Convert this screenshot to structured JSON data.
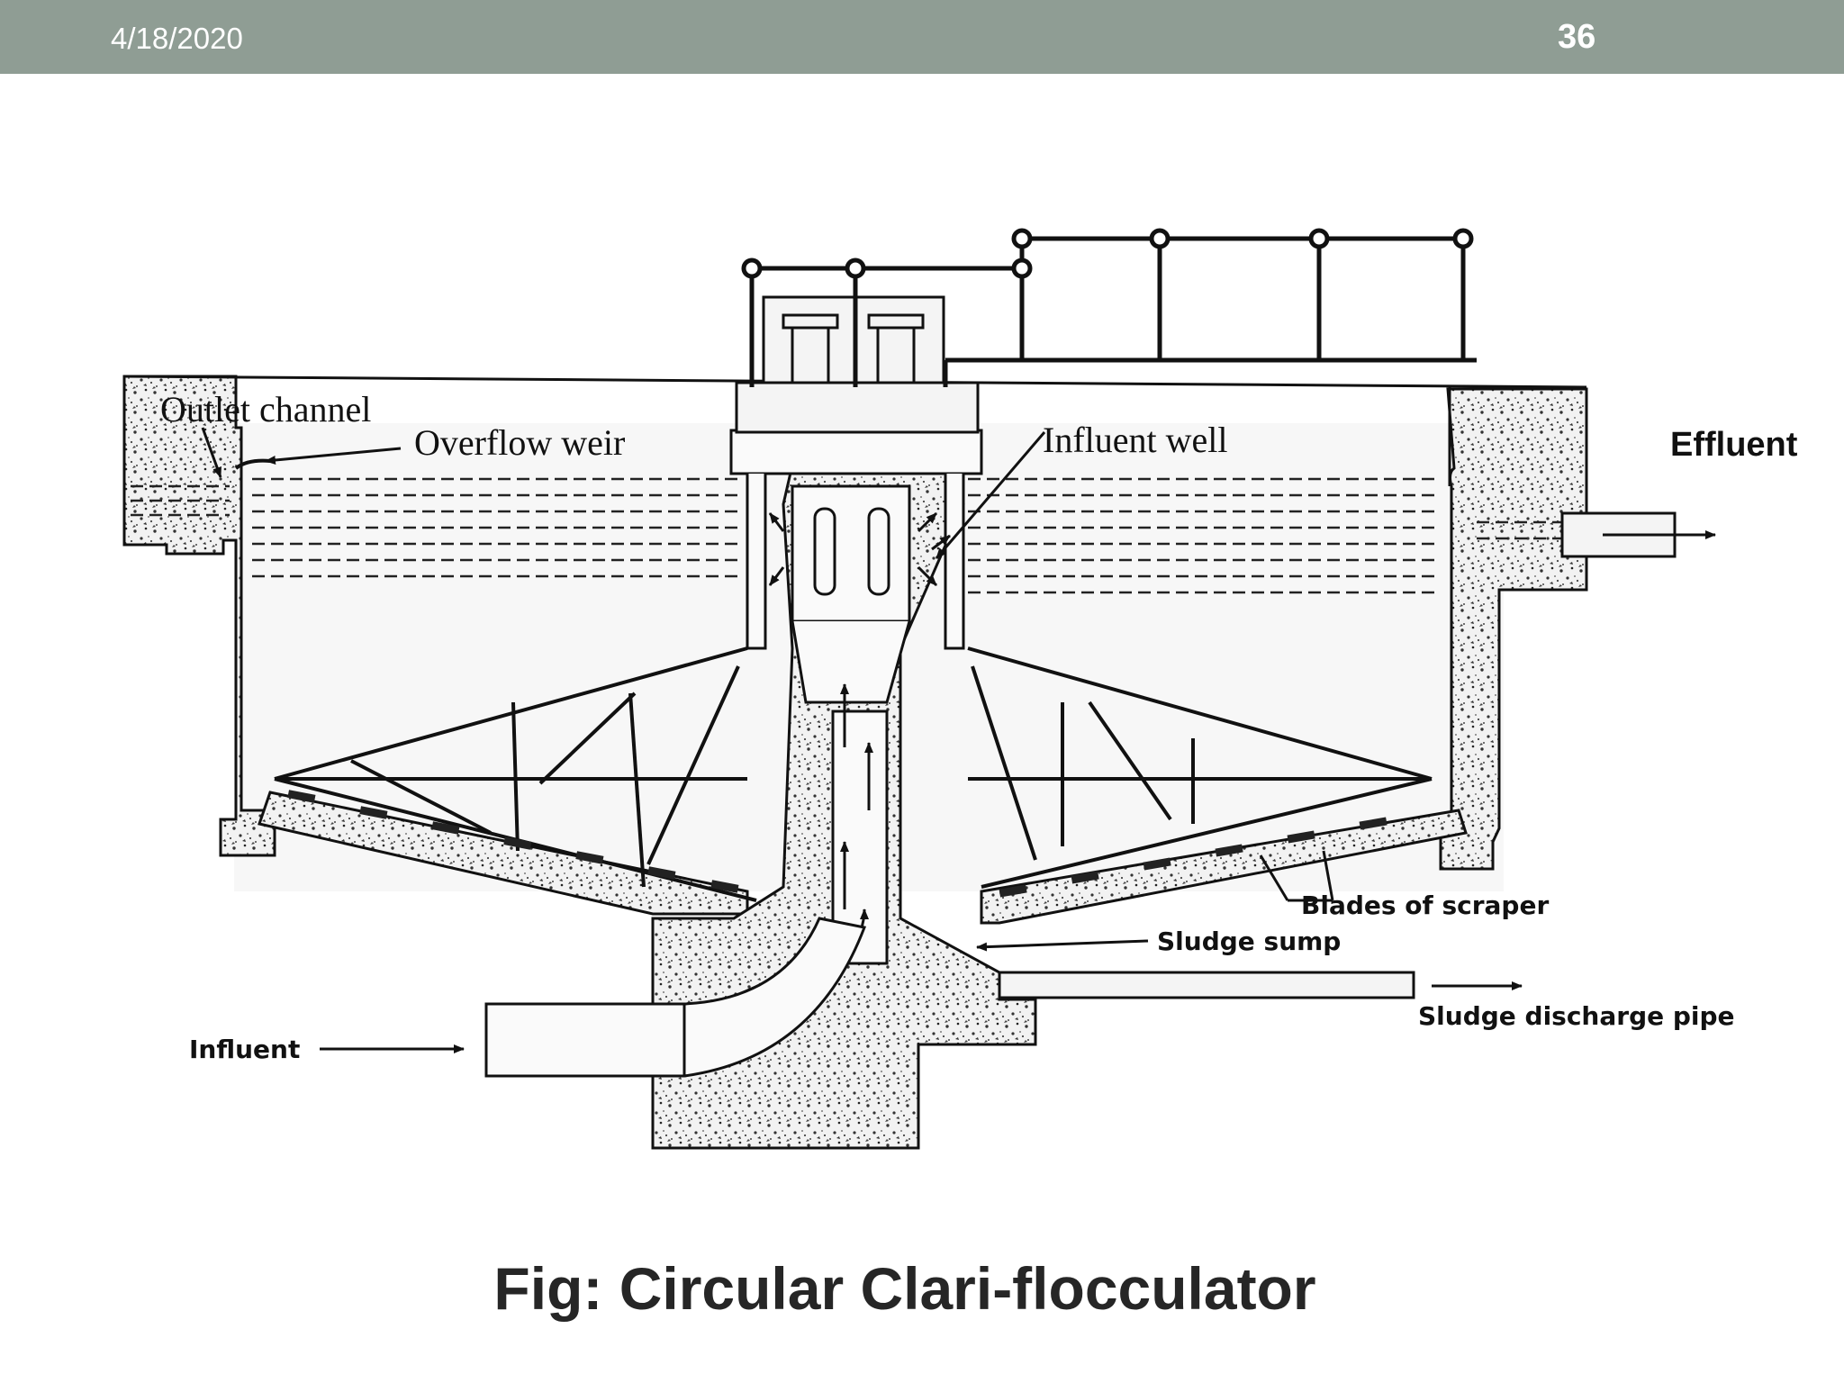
{
  "header": {
    "date": "4/18/2020",
    "page_number": "36"
  },
  "diagram": {
    "labels": {
      "outlet_channel": "Outlet channel",
      "overflow_weir": "Overflow weir",
      "influent_well": "Influent well",
      "effluent": "Effluent",
      "blades_of_scraper": "Blades of scraper",
      "sludge_sump": "Sludge sump",
      "sludge_discharge_pipe": "Sludge discharge pipe",
      "influent": "Influent"
    }
  },
  "caption": "Fig: Circular Clari-flocculator",
  "colors": {
    "header_bar": "#8f9d94",
    "caption_text": "#262626"
  }
}
